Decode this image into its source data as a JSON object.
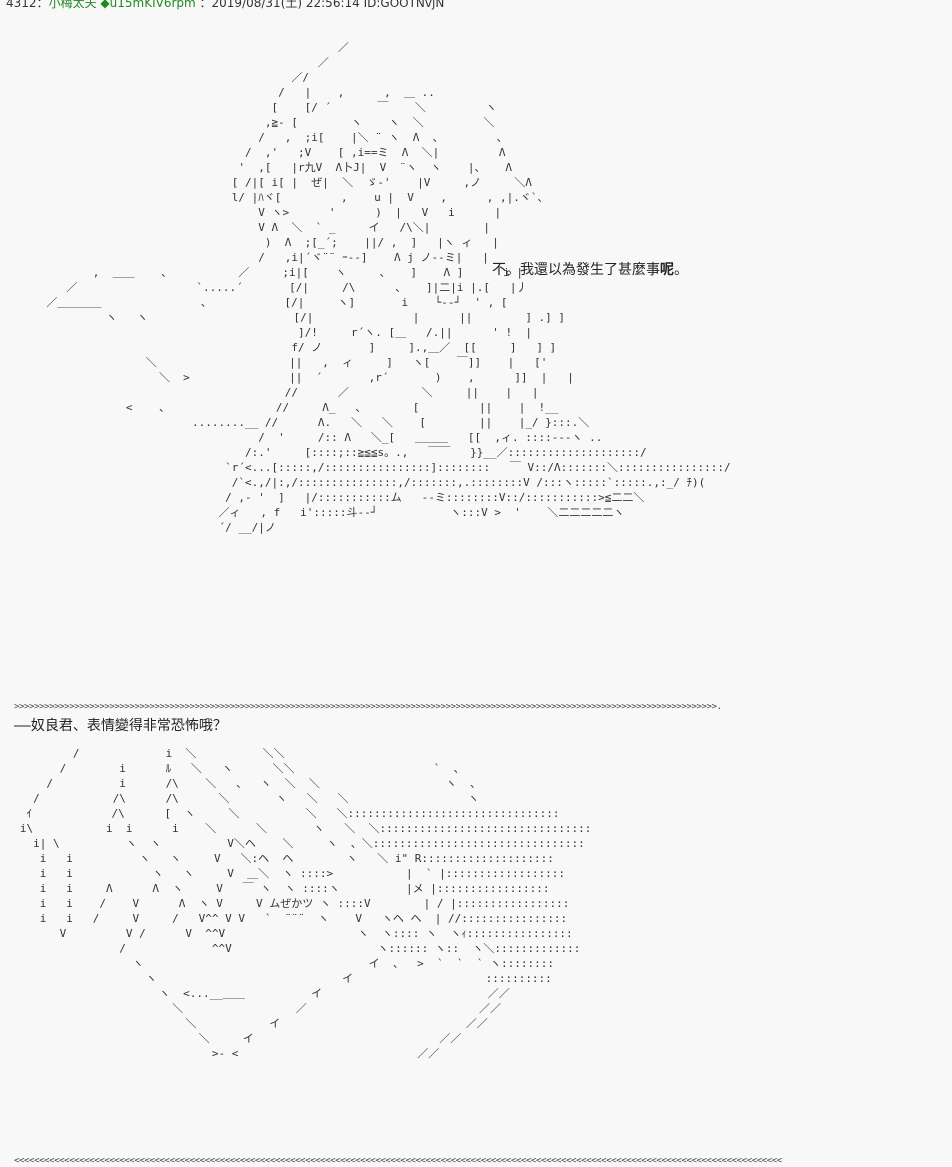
{
  "post": {
    "number": "4312",
    "separator": "：",
    "name": "小梅太夫",
    "trip": "◆u15mKIV6rpm",
    "date": "：2019/08/31(土) 22:56:14 ID:GOOTNvjN"
  },
  "dialogue_1": "不。我還以為發生了甚麼事",
  "dialogue_1_bold": "呢",
  "dialogue_1_end": "。",
  "divider_top": ">>>>>>>>>>>>>>>>>>>>>>>>>>>>>>>>>>>>>>>>>>>>>>>>>>>>>>>>>>>>>>>>>>>>>>>>>>>>>>>>>>>>>>>>>>>>>>>>>>>>>>>>>>>>>>>>>>>>>>>>>>>>>>>>>>>>>>>>>>>>.",
  "dialogue_2": "——奴良君、表情變得非常恐怖哦？",
  "divider_bottom": "<<<<<<<<<<<<<<<<<<<<<<<<<<<<<<<<<<<<<<<<<<<<<<<<<<<<<<<<<<<<<<<<<<<<<<<<<<<<<<<<<<<<<<<<<<<<<<<<<<<<<<<<<<<<<<<<<<<<<<<<<<<<<<<<<<<<<<<<<<<<<<<<<<<<<<<<<"
}
